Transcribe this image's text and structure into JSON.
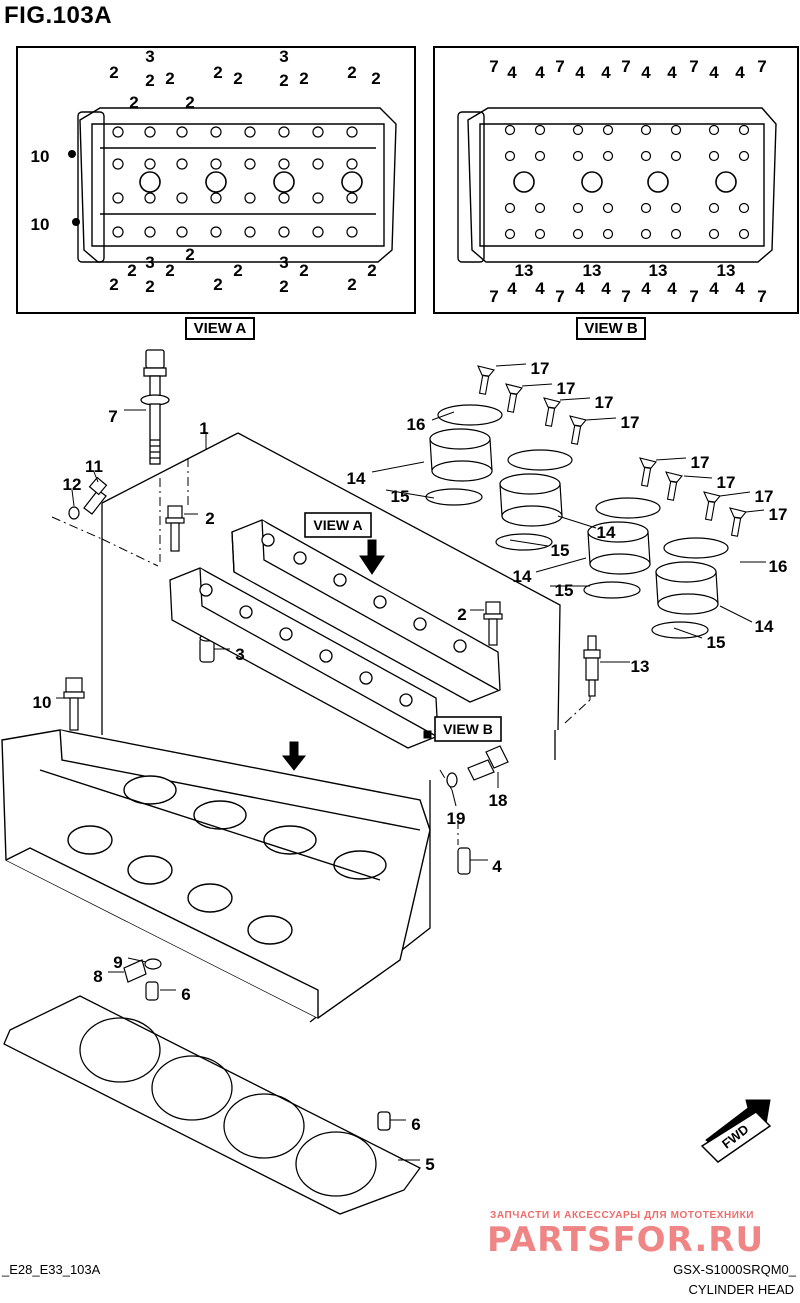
{
  "figure": {
    "title": "FIG.103A"
  },
  "views": {
    "view_a": {
      "label": "VIEW A",
      "callouts_top": [
        "2",
        "2",
        "3",
        "2",
        "2",
        "2",
        "2",
        "3",
        "2",
        "2",
        "2",
        "2",
        "2"
      ],
      "callouts_bottom": [
        "2",
        "2",
        "3",
        "2",
        "2",
        "2",
        "2",
        "3",
        "2",
        "2",
        "2",
        "2",
        "2"
      ],
      "callouts_left": [
        "10",
        "10"
      ]
    },
    "view_b": {
      "label": "VIEW B",
      "callouts_top": [
        "7",
        "4",
        "4",
        "7",
        "4",
        "4",
        "7",
        "4",
        "4",
        "7",
        "4",
        "4",
        "7"
      ],
      "callouts_mid": [
        "13",
        "13",
        "13",
        "13"
      ],
      "callouts_bottom": [
        "7",
        "4",
        "4",
        "7",
        "4",
        "4",
        "7",
        "4",
        "4",
        "7",
        "4",
        "4",
        "7"
      ]
    }
  },
  "main_labels": {
    "view_a": "VIEW A",
    "view_b": "VIEW B"
  },
  "callouts": [
    {
      "id": "p1",
      "text": "1"
    },
    {
      "id": "p2a",
      "text": "2"
    },
    {
      "id": "p2b",
      "text": "2"
    },
    {
      "id": "p3",
      "text": "3"
    },
    {
      "id": "p4",
      "text": "4"
    },
    {
      "id": "p5",
      "text": "5"
    },
    {
      "id": "p6a",
      "text": "6"
    },
    {
      "id": "p6b",
      "text": "6"
    },
    {
      "id": "p7",
      "text": "7"
    },
    {
      "id": "p8",
      "text": "8"
    },
    {
      "id": "p9",
      "text": "9"
    },
    {
      "id": "p10",
      "text": "10"
    },
    {
      "id": "p11",
      "text": "11"
    },
    {
      "id": "p12",
      "text": "12"
    },
    {
      "id": "p13",
      "text": "13"
    },
    {
      "id": "p14a",
      "text": "14"
    },
    {
      "id": "p14b",
      "text": "14"
    },
    {
      "id": "p14c",
      "text": "14"
    },
    {
      "id": "p14d",
      "text": "14"
    },
    {
      "id": "p15a",
      "text": "15"
    },
    {
      "id": "p15b",
      "text": "15"
    },
    {
      "id": "p15c",
      "text": "15"
    },
    {
      "id": "p15d",
      "text": "15"
    },
    {
      "id": "p16a",
      "text": "16"
    },
    {
      "id": "p16b",
      "text": "16"
    },
    {
      "id": "p17a",
      "text": "17"
    },
    {
      "id": "p17b",
      "text": "17"
    },
    {
      "id": "p17c",
      "text": "17"
    },
    {
      "id": "p17d",
      "text": "17"
    },
    {
      "id": "p17e",
      "text": "17"
    },
    {
      "id": "p17f",
      "text": "17"
    },
    {
      "id": "p17g",
      "text": "17"
    },
    {
      "id": "p17h",
      "text": "17"
    },
    {
      "id": "p18",
      "text": "18"
    },
    {
      "id": "p19",
      "text": "19"
    }
  ],
  "fwd_label": "FWD",
  "footer": {
    "left_code": "_E28_E33_103A",
    "model": "GSX-S1000SRQM0_",
    "caption": "CYLINDER HEAD"
  },
  "watermark": {
    "tagline": "ЗАПЧАСТИ И АКСЕССУАРЫ ДЛЯ МОТОТЕХНИКИ",
    "logo": "PARTSFOR.RU"
  }
}
